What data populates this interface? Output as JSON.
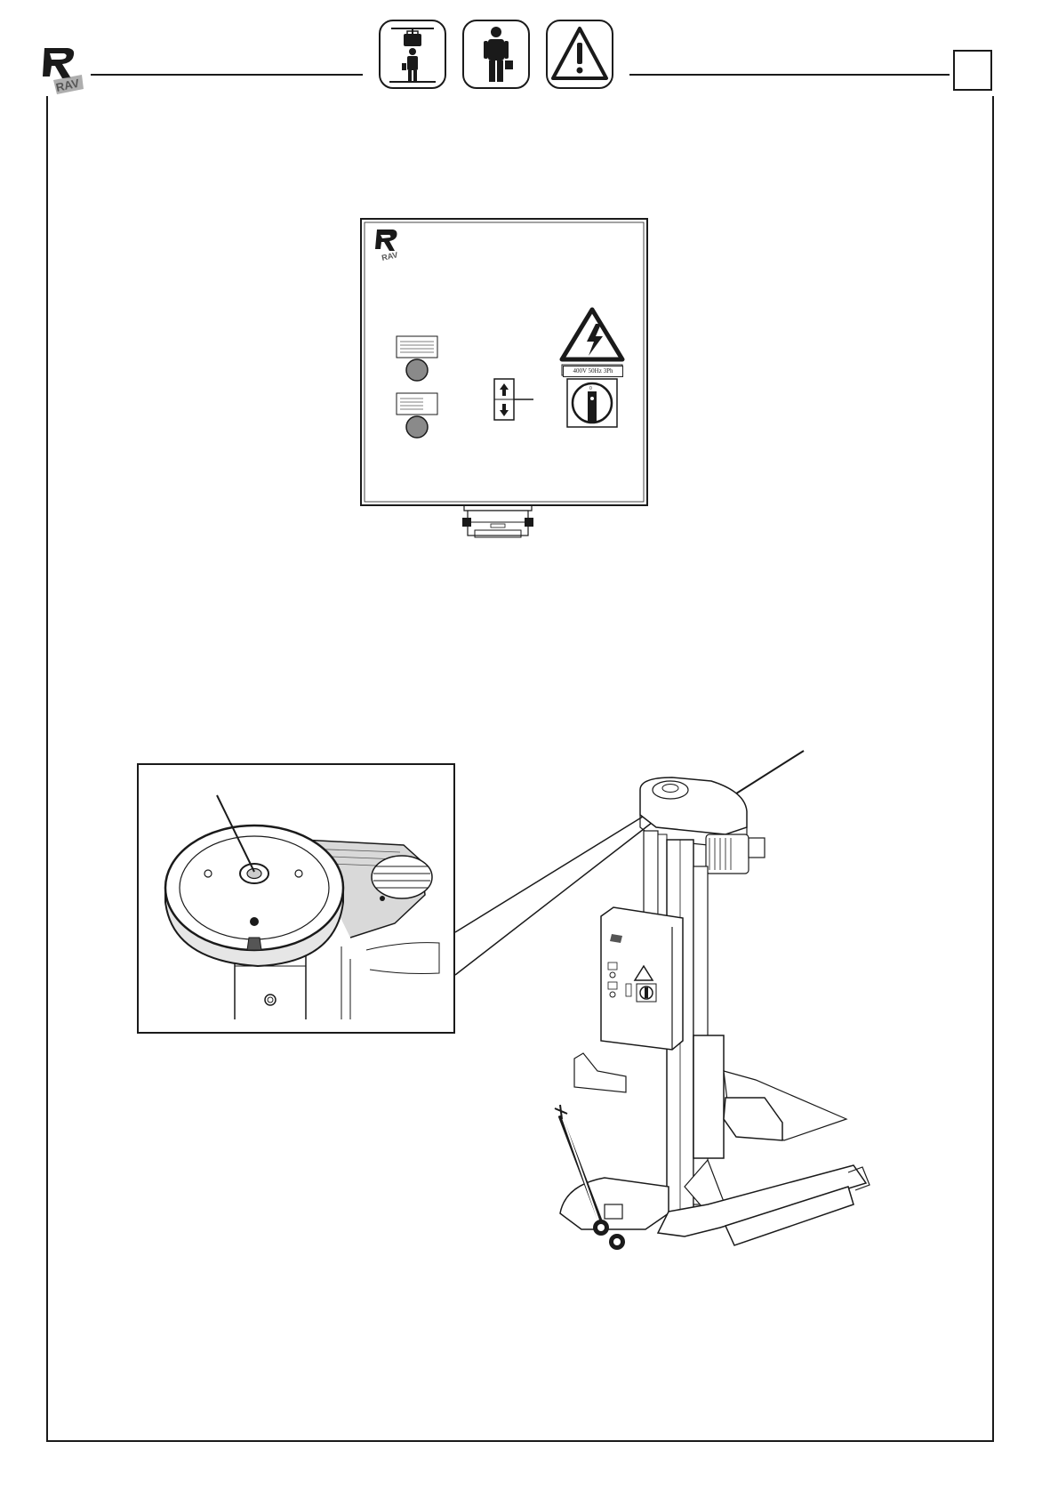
{
  "header": {
    "brand": "RAV",
    "page_number": "",
    "safety_signs": [
      "suspended-load-icon",
      "operator-icon",
      "warning-icon"
    ]
  },
  "control_box": {
    "brand": "RAV",
    "electrical_rating": "400V 50Hz 3Ph",
    "icons": [
      "high-voltage-warning-icon",
      "main-switch-icon",
      "up-down-selector-icon",
      "push-button-icon"
    ]
  },
  "lift_illustration": {
    "icons": [
      "column-lift-icon",
      "motor-icon",
      "pulley-icon",
      "fork-icon",
      "wheel-icon"
    ]
  },
  "colors": {
    "line": "#1a1a1a",
    "button_grey": "#8a8a8a",
    "background": "#ffffff"
  }
}
